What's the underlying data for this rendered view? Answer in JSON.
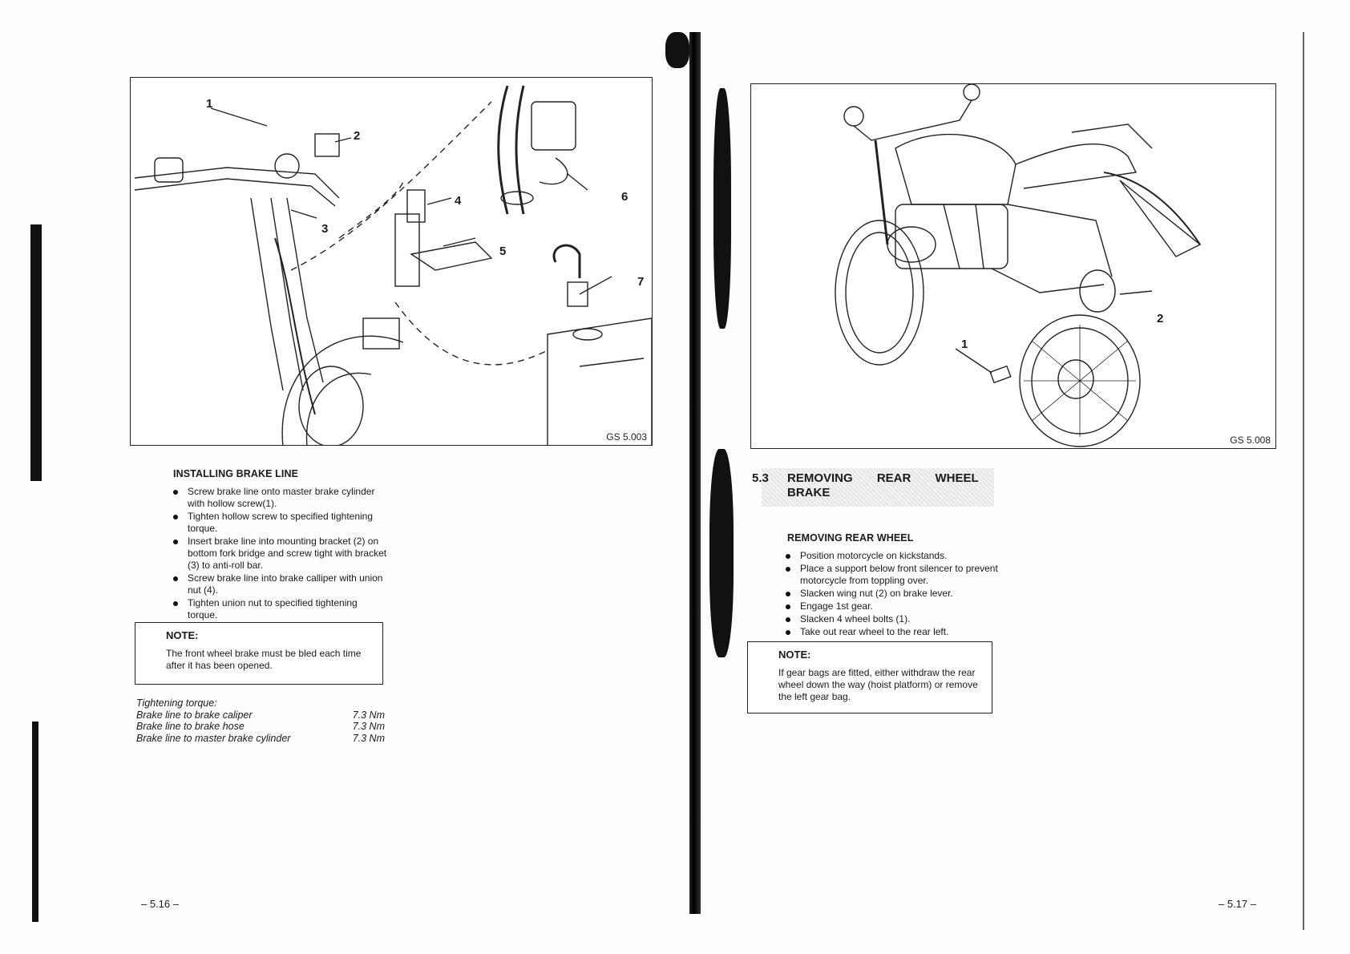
{
  "left_page": {
    "figure": {
      "code": "GS 5.003",
      "callouts": [
        "1",
        "2",
        "3",
        "4",
        "5",
        "6",
        "7"
      ]
    },
    "heading": "INSTALLING BRAKE LINE",
    "steps": [
      "Screw brake line onto master brake cylinder with hollow screw(1).",
      "Tighten hollow screw to specified tightening torque.",
      "Insert brake line into mounting bracket (2) on bottom fork bridge and screw tight with bracket (3) to anti-roll bar.",
      "Screw brake line into brake calliper with union nut (4).",
      "Tighten union nut to specified tightening torque."
    ],
    "note": {
      "title": "NOTE:",
      "text": "The front wheel brake must be bled each time after it has been opened."
    },
    "torque": {
      "title": "Tightening torque:",
      "rows": [
        {
          "label": "Brake line to brake caliper",
          "value": "7.3 Nm"
        },
        {
          "label": "Brake line to brake hose",
          "value": "7.3 Nm"
        },
        {
          "label": "Brake line to master brake cylinder",
          "value": "7.3 Nm"
        }
      ]
    },
    "page_number": "– 5.16 –"
  },
  "right_page": {
    "figure": {
      "code": "GS 5.008",
      "callouts": [
        "1",
        "2"
      ]
    },
    "section": {
      "number": "5.3",
      "title_line1": "REMOVING REAR WHEEL",
      "title_line2": "BRAKE"
    },
    "heading": "REMOVING REAR WHEEL",
    "steps": [
      "Position motorcycle on kickstands.",
      "Place a support below front silencer to prevent motorcycle from toppling over.",
      "Slacken wing nut (2) on brake lever.",
      "Engage 1st gear.",
      "Slacken 4 wheel bolts (1).",
      "Take out rear wheel to the rear left."
    ],
    "note": {
      "title": "NOTE:",
      "text": "If gear bags are fitted, either withdraw the rear wheel down the way (hoist platform) or remove the left gear bag."
    },
    "page_number": "– 5.17 –"
  }
}
